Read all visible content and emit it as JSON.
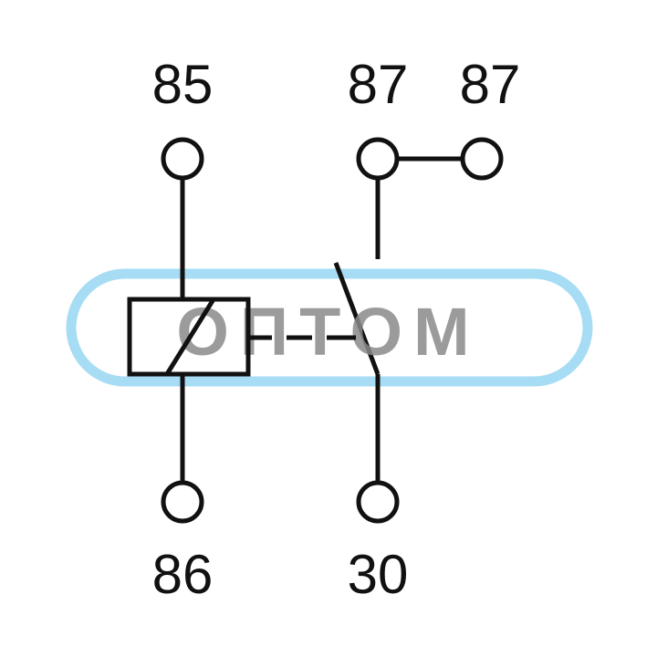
{
  "diagram": {
    "type": "relay-pinout",
    "pins": {
      "coil_top": "85",
      "contact_top_left": "87",
      "contact_top_right": "87",
      "coil_bottom": "86",
      "common": "30"
    }
  },
  "watermark": {
    "text": "ОПТОМ",
    "colors": {
      "outline": "#a6dcf4",
      "text": "#8a8a8a"
    }
  },
  "colors": {
    "lines": "#111111",
    "background": "#ffffff"
  }
}
